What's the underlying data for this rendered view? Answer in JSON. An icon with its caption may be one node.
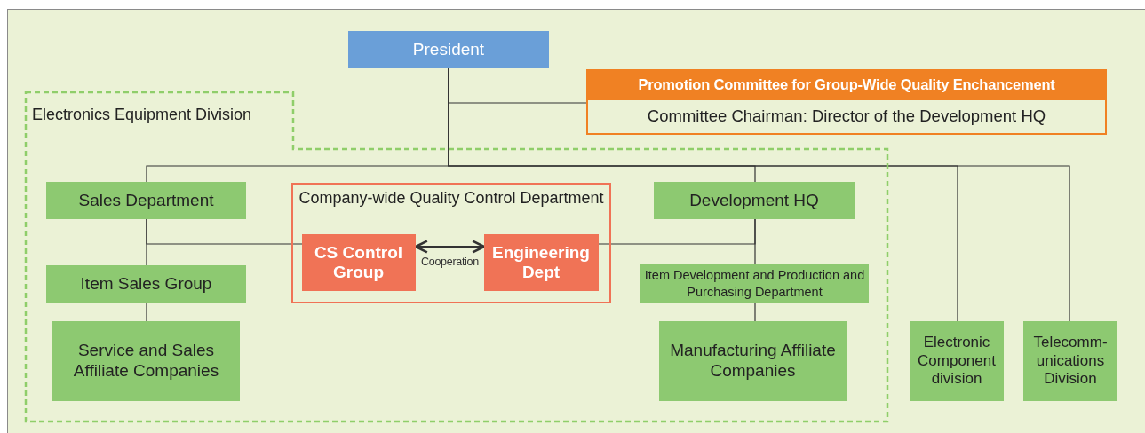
{
  "diagram": {
    "nodes": [
      {
        "text": [
          "President"
        ]
      },
      {
        "text": [
          "Promotion Committee for Group-Wide Quality Enchancement",
          "Committee Chairman: Director of the Development HQ"
        ]
      },
      {
        "text": [
          "Electronics Equipment Division"
        ]
      },
      {
        "text": [
          "Sales Department"
        ],
        "in": 2
      },
      {
        "text": [
          "Company-wide Quality Control Department"
        ],
        "in": 2
      },
      {
        "text": [
          "CS Control Group"
        ],
        "in": 4
      },
      {
        "text": [
          "Engineering Dept"
        ],
        "in": 4
      },
      {
        "text": [
          "Development HQ"
        ],
        "in": 2
      },
      {
        "text": [
          "Item Sales Group"
        ],
        "in": 2
      },
      {
        "text": [
          "Item Development and Production and Purchasing Department"
        ],
        "in": 2
      },
      {
        "text": [
          "Service and Sales Affiliate Companies"
        ],
        "in": 2
      },
      {
        "text": [
          "Manufacturing Affiliate Companies"
        ],
        "in": 2
      },
      {
        "text": [
          "Electronic Component division"
        ]
      },
      {
        "text": [
          "Telecomm- unications Division"
        ]
      }
    ],
    "edges": [
      {
        "from": 0,
        "to": 1,
        "arrow": "none"
      },
      {
        "from": 0,
        "to": 3,
        "arrow": "none"
      },
      {
        "from": 0,
        "to": 7,
        "arrow": "none"
      },
      {
        "from": 0,
        "to": 12,
        "arrow": "none"
      },
      {
        "from": 0,
        "to": 13,
        "arrow": "none"
      },
      {
        "from": 3,
        "to": 8,
        "arrow": "none"
      },
      {
        "from": 3,
        "to": 5,
        "arrow": "none"
      },
      {
        "from": 8,
        "to": 10,
        "arrow": "none"
      },
      {
        "from": 5,
        "to": 6,
        "arrow": "both",
        "label": "Cooperation"
      },
      {
        "from": 7,
        "to": 6,
        "arrow": "none"
      },
      {
        "from": 7,
        "to": 9,
        "arrow": "none"
      },
      {
        "from": 9,
        "to": 11,
        "arrow": "none"
      }
    ]
  }
}
